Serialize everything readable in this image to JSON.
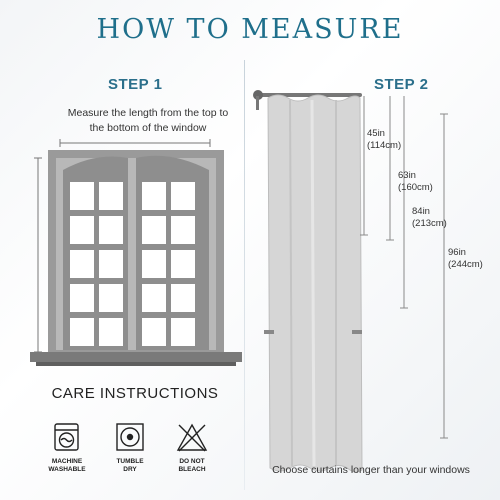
{
  "title": "HOW TO MEASURE",
  "step1": {
    "label": "STEP 1",
    "description_line1": "Measure the length from the top to",
    "description_line2": "the bottom of the window"
  },
  "step2": {
    "label": "STEP 2",
    "measurements": [
      {
        "inches": "45in",
        "cm": "(114cm)"
      },
      {
        "inches": "63in",
        "cm": "(160cm)"
      },
      {
        "inches": "84in",
        "cm": "(213cm)"
      },
      {
        "inches": "96in",
        "cm": "(244cm)"
      }
    ],
    "footer": "Choose curtains longer than your windows"
  },
  "care": {
    "title": "CARE INSTRUCTIONS",
    "items": [
      {
        "icon": "machine-washable-icon",
        "line1": "MACHINE",
        "line2": "WASHABLE"
      },
      {
        "icon": "tumble-dry-icon",
        "line1": "TUMBLE",
        "line2": "DRY"
      },
      {
        "icon": "do-not-bleach-icon",
        "line1": "DO NOT",
        "line2": "BLEACH"
      }
    ]
  },
  "colors": {
    "accent": "#1f6f8b",
    "window_frame": "#8e8e8e",
    "curtain": "#d9d9d9"
  }
}
